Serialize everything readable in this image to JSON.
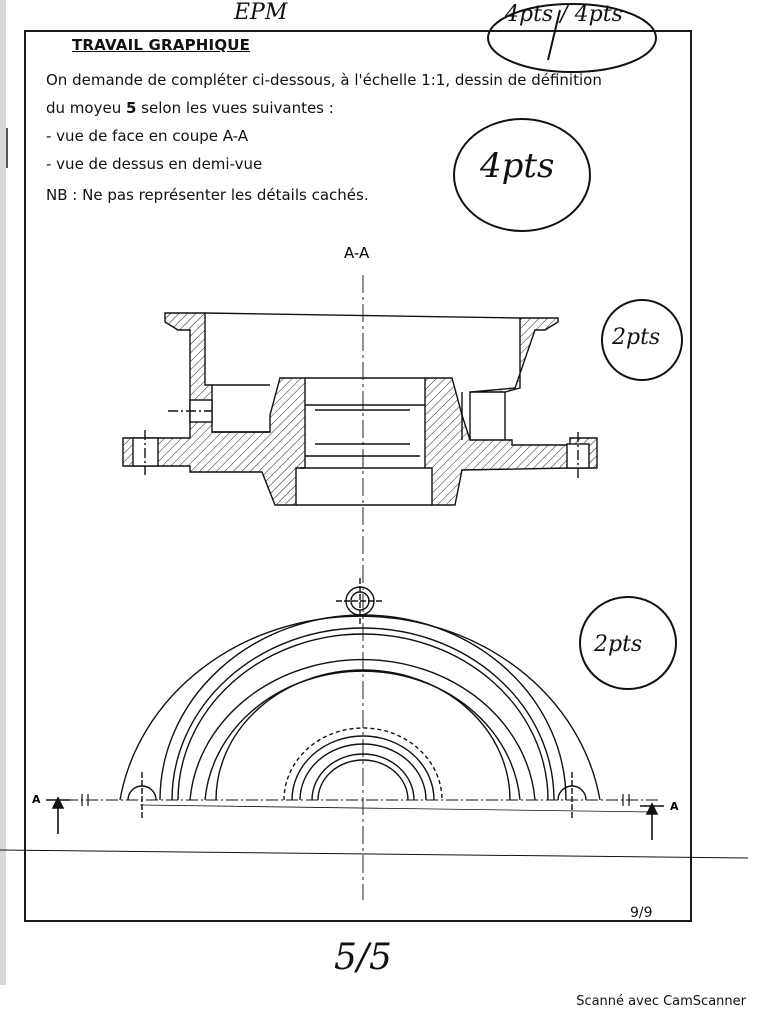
{
  "header": {
    "title": "TRAVAIL GRAPHIQUE",
    "line1": "On demande de compléter ci-dessous, à l'échelle 1:1, dessin de définition",
    "line2_before": "du moyeu ",
    "line2_bold": "5",
    "line2_after": " selon les vues suivantes :",
    "line3": "- vue de face en coupe A-A",
    "line4": "- vue de dessus en demi-vue",
    "line5": "NB : Ne pas représenter les détails cachés."
  },
  "drawing": {
    "section_label": "A-A",
    "arrow_left": "A",
    "arrow_right": "A"
  },
  "handwriting": {
    "top_score": "4pts / 4pts",
    "epm": "EPM",
    "big_score": "4pts",
    "score_section": "2pts",
    "score_view": "2pts",
    "bottom_score": "5/5"
  },
  "page_number": "9/9",
  "footer": "Scanné avec CamScanner"
}
